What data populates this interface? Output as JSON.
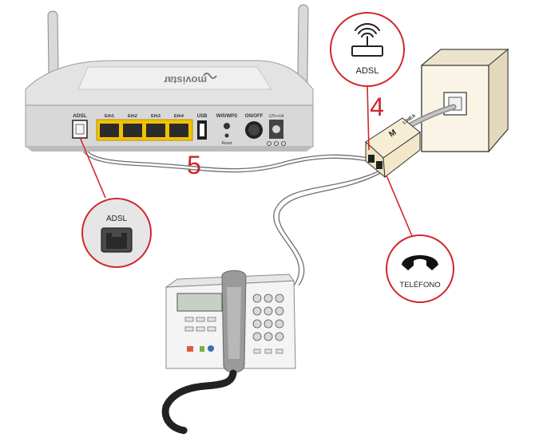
{
  "router": {
    "brand": "movistar",
    "ports": {
      "adsl": "ADSL",
      "eth1": "Eth1",
      "eth2": "Eth2",
      "eth3": "Eth3",
      "eth4": "Eth4",
      "usb": "USB",
      "wifi_wps": "Wifi/WPS",
      "reset": "Reset",
      "onoff": "ON/OFF",
      "power": "12V⎓1A"
    }
  },
  "steps": {
    "step4": "4",
    "step5": "5"
  },
  "callouts": {
    "adsl_top": "ADSL",
    "adsl_bottom": "ADSL",
    "telefono": "TELÉFONO"
  },
  "splitter": {
    "linea": "LINEA"
  },
  "colors": {
    "accent_red": "#d0262b",
    "port_yellow": "#f2c200",
    "callout_bg": "#e6e6e6"
  },
  "icons": {
    "adsl_top": "router-icon",
    "adsl_bottom": "rj11-port-icon",
    "telefono": "phone-handset-icon"
  }
}
